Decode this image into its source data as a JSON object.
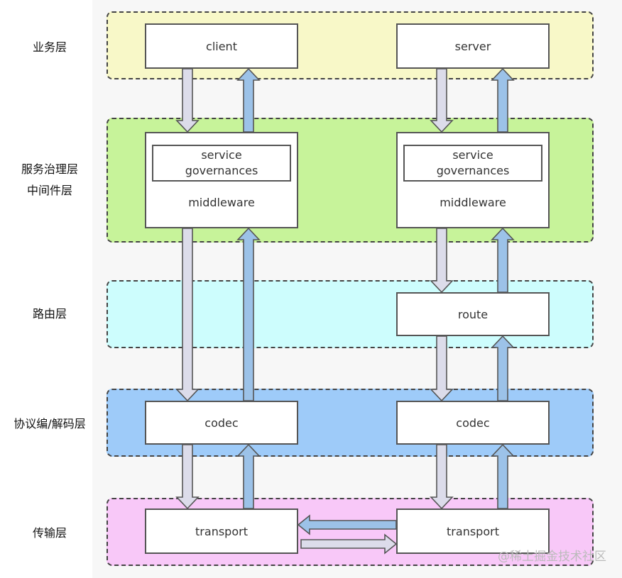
{
  "layers": {
    "business": {
      "label": "业务层",
      "color": "#f8f8c8"
    },
    "governance": {
      "label_line1": "服务治理层",
      "label_line2": "中间件层",
      "color": "#c7f39a"
    },
    "route": {
      "label": "路由层",
      "color": "#cdfdfd"
    },
    "codec": {
      "label": "协议编/解码层",
      "color": "#9ecbf9"
    },
    "transport": {
      "label": "传输层",
      "color": "#f8c8f8"
    }
  },
  "boxes": {
    "client": "client",
    "server": "server",
    "service_line1": "service",
    "service_line2": "governances",
    "middleware": "middleware",
    "route": "route",
    "codec": "codec",
    "transport": "transport"
  },
  "arrows": {
    "down_fill": "#dcdcea",
    "up_fill": "#9cc2e8",
    "stroke": "#555555"
  },
  "watermark": "@稀土掘金技术社区"
}
